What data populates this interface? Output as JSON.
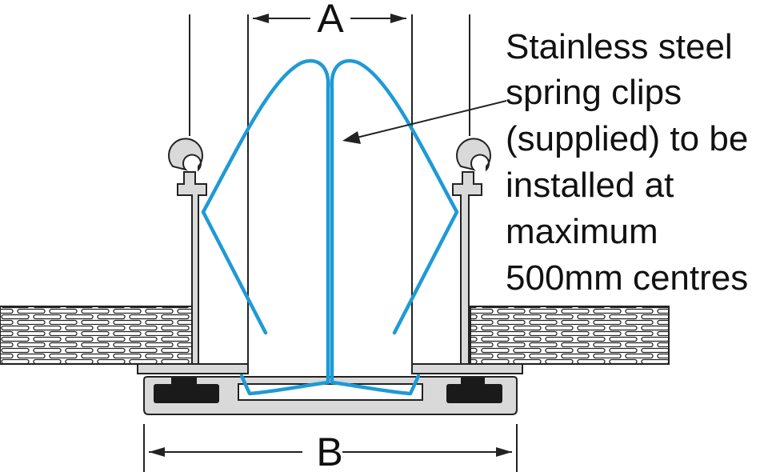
{
  "dimensions": {
    "top_label": "A",
    "bottom_label": "B"
  },
  "callout": {
    "lines": [
      "Stainless steel",
      "spring clips",
      "(supplied) to be",
      "installed at",
      "maximum",
      "500mm centres"
    ]
  },
  "colors": {
    "clip": "#1e9ad6",
    "outline": "#222222",
    "aluminium": "#d9d9d9",
    "gasket": "#1a1a1a",
    "insulation_fill": "#ffffff"
  }
}
